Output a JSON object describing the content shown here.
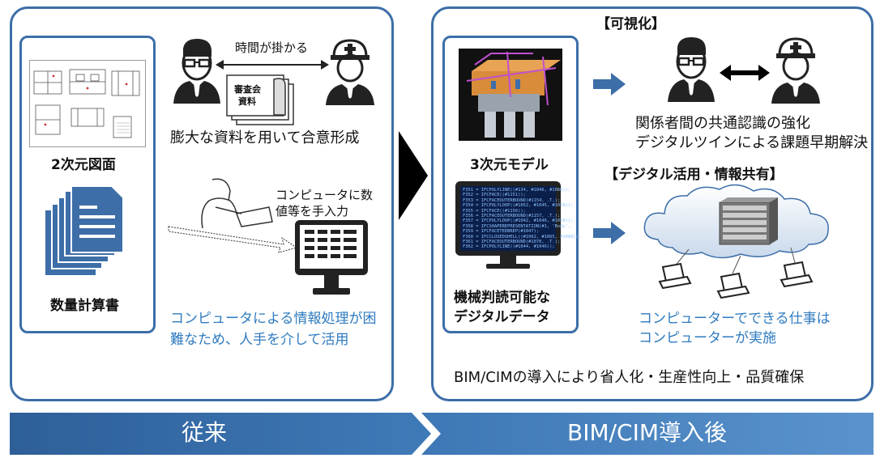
{
  "left": {
    "drawings_label": "2次元図面",
    "calc_label": "数量計算書",
    "time_label": "時間が掛かる",
    "doc_label_line1": "審査会",
    "doc_label_line2": "資料",
    "consensus_text": "膨大な資料を用いて合意形成",
    "manual_input_line1": "コンピュータに数",
    "manual_input_line2": "値等を手入力",
    "note_line1": "コンピュータによる情報処理が困",
    "note_line2": "難なため、人手を介して活用"
  },
  "right": {
    "model_label": "3次元モデル",
    "digital_label_line1": "機械判読可能な",
    "digital_label_line2": "デジタルデータ",
    "visual_heading": "【可視化】",
    "visual_line1": "関係者間の共通認識の強化",
    "visual_line2": "デジタルツインによる課題早期解決",
    "share_heading": "【デジタル活用・情報共有】",
    "share_line1": "コンピューターでできる仕事は",
    "share_line2": "コンピューターが実施",
    "summary": "BIM/CIMの導入により省人化・生産性向上・品質確保",
    "code_lines": [
      "F351 = IFCPOLYLINE((#134, #1046, #1066));",
      "F352 = IFCFACE((#1151));",
      "F353 = IFCFACEOUTERBOUND(#1154, .T.);",
      "F354 = IFCPOLYLOOP((#1052, #1045, #1059));",
      "F355 = IFCFACE((#1156));",
      "F356 = IFCFACEOUTERBOUND(#1157, .T.);",
      "F357 = IFCPOLYLOOP((#1042, #1046, #1050));",
      "F358 = IFCSHAPEREPRESENTATION(#1, 'Body',",
      "F359 = IFCFACETEDBREP(#1047);",
      "F360 = IFCCLOSEDSHELL((#1062, #1065, #1068));",
      "F361 = IFCFACEOUTERBOUND(#1070, .T.);",
      "F362 = IFCPOLYLINE((#1044, #1046));"
    ]
  },
  "footer": {
    "before_label": "従来",
    "after_label": "BIM/CIM導入後"
  },
  "colors": {
    "accent": "#3d6ea8",
    "note_blue": "#2f7bbf",
    "banner": "#3f7ab8"
  }
}
